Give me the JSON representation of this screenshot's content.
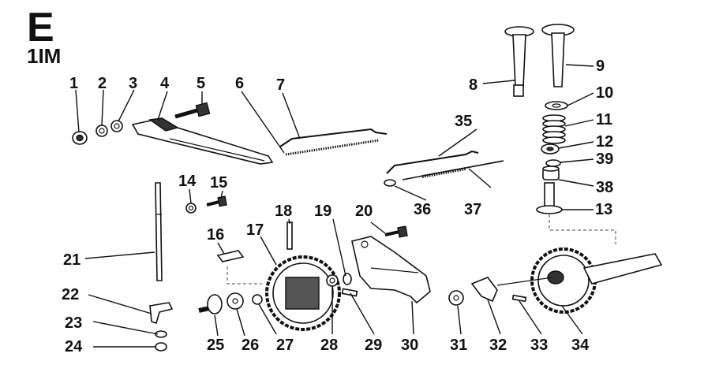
{
  "header": {
    "letter": "E",
    "code": "1IM"
  },
  "callouts": [
    "1",
    "2",
    "3",
    "4",
    "5",
    "6",
    "7",
    "8",
    "9",
    "10",
    "11",
    "12",
    "13",
    "14",
    "15",
    "16",
    "17",
    "18",
    "19",
    "20",
    "21",
    "22",
    "23",
    "24",
    "25",
    "26",
    "27",
    "28",
    "29",
    "30",
    "31",
    "32",
    "33",
    "34",
    "35",
    "36",
    "37",
    "38",
    "39"
  ]
}
